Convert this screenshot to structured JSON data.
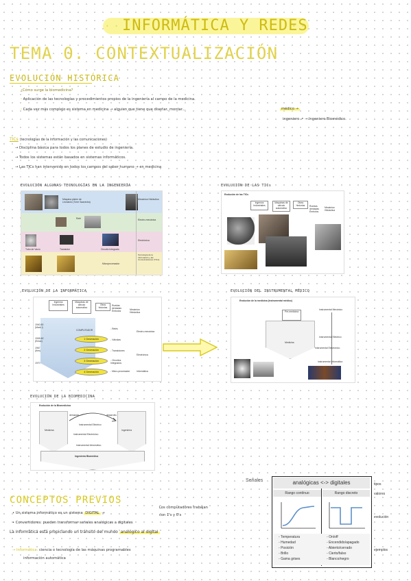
{
  "header": {
    "title": "INFORMÁTICA Y REDES",
    "topic": "TEMA 0. CONTEXTUALIZACIÓN",
    "section": "EVOLUCIÓN HISTÓRICA"
  },
  "history": {
    "question": "¿Cómo surge la biomedicina?",
    "line1": "Aplicación de las tecnologías y procedimientos propios de la ingeniería al campo de la medicina.",
    "line2": "Cada vez más complejo es sistema en medicina → alguien que tiene que diseñar, montar...",
    "medico": "médico →",
    "ingeniero": "ingeniero ↗ → Ingeniero Biomédico."
  },
  "tics": {
    "label": "TICs",
    "expansion": "(tecnologías de la información y las comunicaciones)",
    "item1": "→ Disciplina básica para todos los planes de estudio de ingeniería.",
    "item2": "→ Todos los sistemas están basados en sistemas informáticos.",
    "item3": "→ Las TICs han intervenido en todos los campos del saber humano → en medicina"
  },
  "panels": {
    "p1": {
      "caption": "EVOLUCIÓN ALGUNAS TECNOLOGÍAS EN LA INGENIERÍA",
      "rows": [
        "Mecánica Hidráulica",
        "Electro-mecánica",
        "Electrónica",
        "Tecnología de la Información y las Comunicaciones (TICs)"
      ],
      "sub1": "Máquina pistón de Leonardo (Torre Saavedra)",
      "sub2": "Relé",
      "sub3a": "Tubo de Vacío",
      "sub3b": "Transistor",
      "sub3c": "Circuito Integrado",
      "sub4": "Microprocesador"
    },
    "p2": {
      "caption": "EVOLUCIÓN DE LAS TICs",
      "subtitle": "Evolución de las TICs",
      "boxes": [
        "Ingenios Industriales",
        "Máquinas de cálculo automático",
        "Otras historias",
        "Ruedas dentadas Émbolos",
        "Mecánica Hidráulica"
      ]
    },
    "p3": {
      "caption": "EVOLUCIÓN DE LA INFORMÁTICA",
      "top": [
        "Ingenios Industriales",
        "Máquinas de cálculo automático",
        "Otras historias",
        "Ruedas dentadas Émbolos",
        "Mecánica Hidráulica"
      ],
      "computadorL": "COMPUTADOR",
      "years": [
        "1940-50 (Mark I)",
        "1945-60 (Eniac)",
        "1967 (Ibm)",
        "1970"
      ],
      "gens": [
        "1 Generación",
        "2 Generación",
        "3 Generación",
        "4 Generación"
      ],
      "rightItems": [
        "- Relés",
        "- Válvulas",
        "- Transistores",
        "- Circuitos Integrados",
        "- Micro-procesador"
      ],
      "rightCats": [
        "Electro-mecánica",
        "Electrónica",
        "Informática"
      ]
    },
    "p4": {
      "caption": "EVOLUCIÓN DEL INSTRUMENTAL MÉDICO",
      "subtitle": "Evolución de la medicina (instrumental médico)",
      "nodes": [
        "Pre-medicina",
        "Medicina",
        "Instrumental Mecánico",
        "Instrumental Eléctrico",
        "Instrumental Electrónico",
        "Instrumental Informático"
      ]
    },
    "p5": {
      "caption": "EVOLUCIÓN DE LA BIOMEDICINA",
      "subtitle": "Evolución de la Biomedicina",
      "labels": [
        "Medicina",
        "Ingeniería",
        "Instrumental Eléctrico",
        "Instrumental Electrónico",
        "Instrumental Informático",
        "Ingeniería Biomédica",
        "desarrollo",
        "demanda"
      ]
    }
  },
  "concepts": {
    "title": "CONCEPTOS PREVIOS",
    "item1a": "• Un sistema informático es un sistema",
    "item1b": "DIGITAL",
    "note1": "Los computadores trabajan",
    "note2": "con 1's y 0's",
    "item2": "• Convertidores: pueden transformar señales analógicas a digitales",
    "item3a": "La informática está propiciando un tránsito del mundo",
    "item3b": "analógico al digital",
    "item4a": "→ Informática:",
    "item4b": "ciencia o tecnología de las máquinas programables",
    "item4c": "información automática"
  },
  "signals": {
    "heading": "Señales",
    "analog": "analógicas",
    "arrow": "<->",
    "digital": "digitales",
    "rango_cont": "Rango contínuo",
    "rango_disc": "Rango discreto",
    "side": [
      "tipos",
      "valores",
      "evolución",
      "ejemplos"
    ],
    "analog_examples": [
      "Temperatura",
      "Humedad",
      "Posición",
      "Brillo",
      "Gama grises"
    ],
    "digital_examples": [
      "On/off",
      "Encendido/apagado",
      "Abierto/cerrado",
      "Cierto/falso",
      "Blanco/negro"
    ]
  },
  "colors": {
    "accent_yellow": "#d8c91a",
    "highlight": "#fbf37a",
    "pastel_blue": "#cfe0f2",
    "pastel_green": "#dcecd4",
    "pastel_pink": "#f0d9e4",
    "pastel_yellow": "#f7efc4"
  }
}
